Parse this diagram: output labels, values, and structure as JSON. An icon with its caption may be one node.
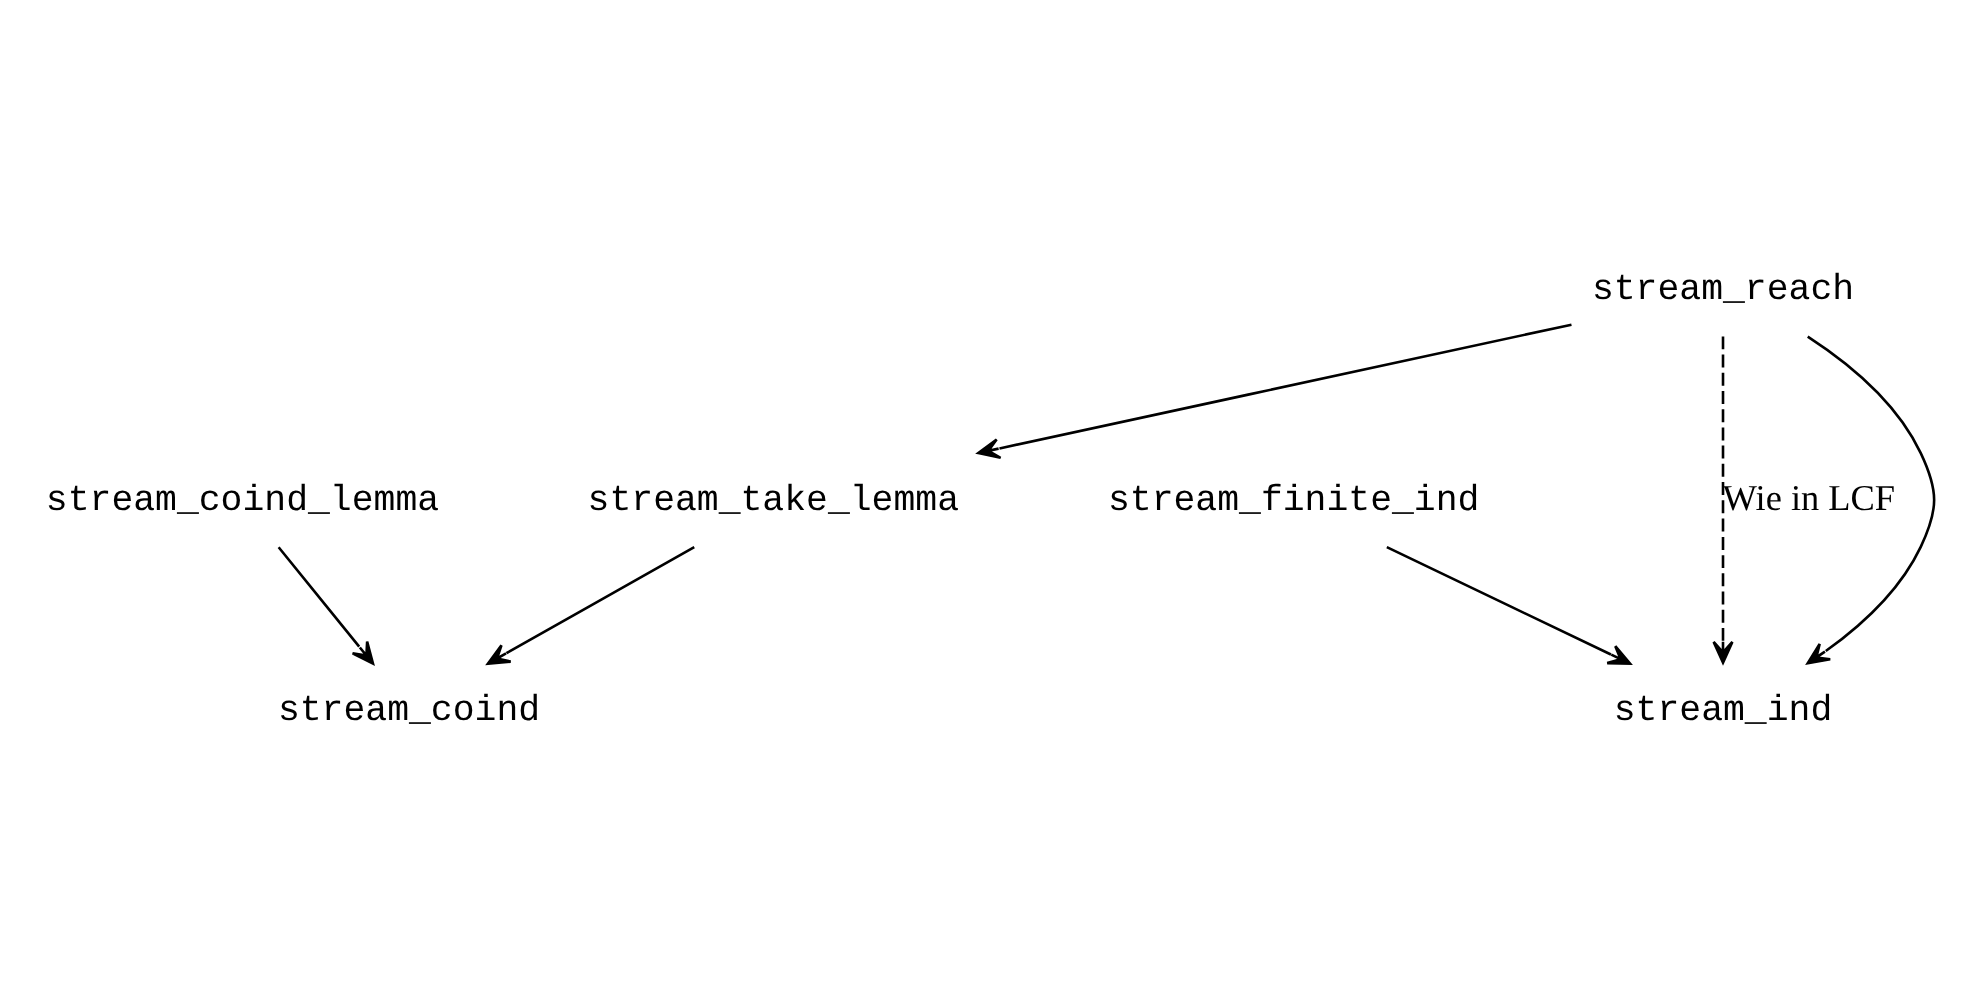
{
  "diagram": {
    "nodes": [
      {
        "text": [
          "stream_reach"
        ]
      },
      {
        "text": [
          "stream_take_lemma"
        ]
      },
      {
        "text": [
          "stream_finite_ind"
        ]
      },
      {
        "text": [
          "stream_coind_lemma"
        ]
      },
      {
        "text": [
          "stream_ind"
        ]
      },
      {
        "text": [
          "stream_coind"
        ]
      }
    ],
    "edges": [
      {
        "from": 0,
        "to": 4,
        "arrow": "to",
        "style": "dashed",
        "label": "Wie in LCF"
      },
      {
        "from": 0,
        "to": 4,
        "arrow": "to"
      },
      {
        "from": 0,
        "to": 1,
        "arrow": "to"
      },
      {
        "from": 2,
        "to": 4,
        "arrow": "to"
      },
      {
        "from": 1,
        "to": 5,
        "arrow": "to"
      },
      {
        "from": 3,
        "to": 5,
        "arrow": "to"
      }
    ]
  }
}
